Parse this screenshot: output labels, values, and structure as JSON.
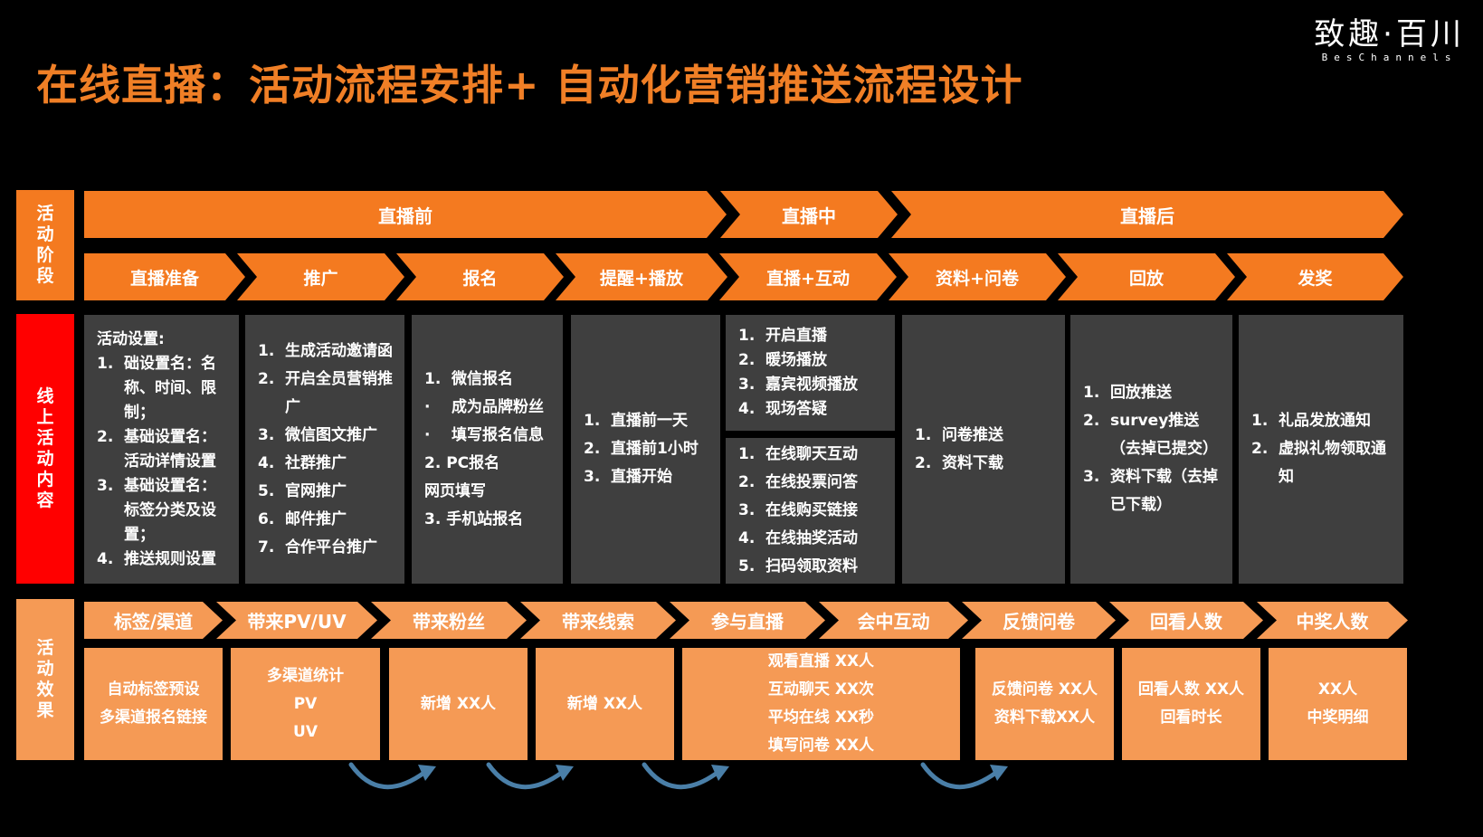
{
  "title": "在线直播：活动流程安排+ 自动化营销推送流程设计",
  "logo": {
    "cn": "致趣·百川",
    "en": "BesChannels"
  },
  "row_labels": {
    "stage": "活动阶段",
    "content": "线上活动内容",
    "effect": "活动效果"
  },
  "phases": [
    "直播前",
    "直播中",
    "直播后"
  ],
  "steps": [
    "直播准备",
    "推广",
    "报名",
    "提醒+播放",
    "直播+互动",
    "资料+问卷",
    "回放",
    "发奖"
  ],
  "content": {
    "prep": {
      "heading": "活动设置:",
      "items": [
        {
          "n": "1.",
          "t": "础设置名：名称、时间、限制；"
        },
        {
          "n": "2.",
          "t": "基础设置名：活动详情设置"
        },
        {
          "n": "3.",
          "t": "基础设置名：标签分类及设置；"
        },
        {
          "n": "4.",
          "t": "推送规则设置"
        }
      ]
    },
    "promo": [
      {
        "n": "1.",
        "t": "生成活动邀请函"
      },
      {
        "n": "2.",
        "t": "开启全员营销推广"
      },
      {
        "n": "3.",
        "t": "微信图文推广"
      },
      {
        "n": "4.",
        "t": "社群推广"
      },
      {
        "n": "5.",
        "t": "官网推广"
      },
      {
        "n": "6.",
        "t": "邮件推广"
      },
      {
        "n": "7.",
        "t": "合作平台推广"
      }
    ],
    "signup": [
      {
        "n": "1.",
        "t": "微信报名"
      },
      {
        "n": "·",
        "t": "成为品牌粉丝"
      },
      {
        "n": "·",
        "t": "填写报名信息"
      },
      {
        "n": "",
        "t": "2. PC报名"
      },
      {
        "n": "",
        "t": "网页填写"
      },
      {
        "n": "",
        "t": "3. 手机站报名"
      }
    ],
    "remind": [
      {
        "n": "1.",
        "t": "直播前一天"
      },
      {
        "n": "2.",
        "t": "直播前1小时"
      },
      {
        "n": "3.",
        "t": "直播开始"
      }
    ],
    "live_top": [
      {
        "n": "1.",
        "t": "开启直播"
      },
      {
        "n": "2.",
        "t": "暖场播放"
      },
      {
        "n": "3.",
        "t": "嘉宾视频播放"
      },
      {
        "n": "4.",
        "t": "现场答疑"
      }
    ],
    "live_bottom": [
      {
        "n": "1.",
        "t": "在线聊天互动"
      },
      {
        "n": "2.",
        "t": "在线投票问答"
      },
      {
        "n": "3.",
        "t": "在线购买链接"
      },
      {
        "n": "4.",
        "t": "在线抽奖活动"
      },
      {
        "n": "5.",
        "t": "扫码领取资料"
      }
    ],
    "survey": [
      {
        "n": "1.",
        "t": "问卷推送"
      },
      {
        "n": "2.",
        "t": "资料下载"
      }
    ],
    "replay": [
      {
        "n": "1.",
        "t": "回放推送"
      },
      {
        "n": "2.",
        "t": "survey推送（去掉已提交）"
      },
      {
        "n": "3.",
        "t": "资料下载（去掉已下载）"
      }
    ],
    "award": [
      {
        "n": "1.",
        "t": "礼品发放通知"
      },
      {
        "n": "2.",
        "t": "虚拟礼物领取通知"
      }
    ]
  },
  "effect_headers": [
    "标签/渠道",
    "带来PV/UV",
    "带来粉丝",
    "带来线索",
    "参与直播",
    "会中互动",
    "反馈问卷",
    "回看人数",
    "中奖人数"
  ],
  "effect_values": {
    "tag": [
      "自动标签预设",
      "多渠道报名链接"
    ],
    "pv": [
      "多渠道统计",
      "PV",
      "UV"
    ],
    "fans": [
      "新增 XX人"
    ],
    "leads": [
      "新增 XX人"
    ],
    "live": [
      "观看直播  XX人",
      "互动聊天  XX次",
      "平均在线  XX秒",
      "填写问卷  XX人"
    ],
    "feedback": [
      "反馈问卷 XX人",
      "资料下载XX人"
    ],
    "replay": [
      "回看人数 XX人",
      "回看时长"
    ],
    "award": [
      "XX人",
      "中奖明细"
    ]
  },
  "colors": {
    "accent": "#F47A20",
    "effect": "#F59A55",
    "content_label": "#FF0000",
    "panel": "#3F3F3F",
    "arrow": "#4A7FA8"
  }
}
